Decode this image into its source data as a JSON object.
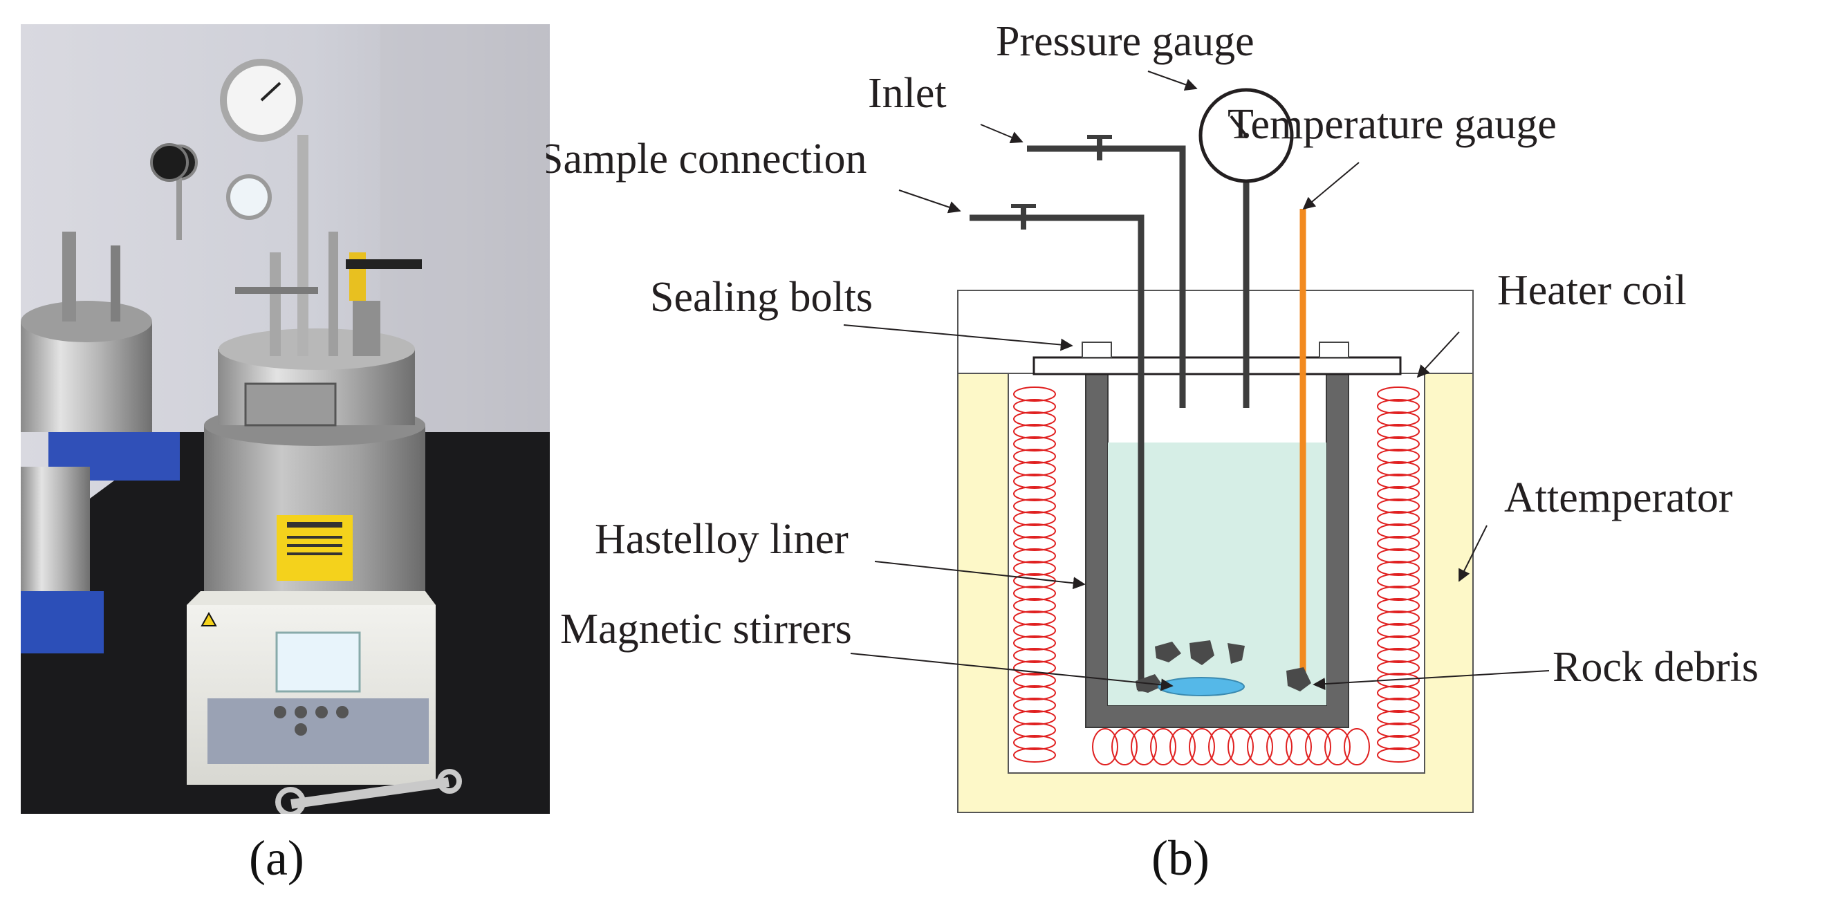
{
  "panels": {
    "a": {
      "caption": "(a)"
    },
    "b": {
      "caption": "(b)"
    }
  },
  "labels": {
    "pressure_gauge": "Pressure gauge",
    "inlet": "Inlet",
    "temperature_gauge": "Temperature gauge",
    "sample_connection": "Sample connection",
    "sealing_bolts": "Sealing bolts",
    "heater_coil": "Heater coil",
    "attemperator": "Attemperator",
    "hastelloy_liner": "Hastelloy liner",
    "magnetic_stirrers": "Magnetic stirrers",
    "rock_debris": "Rock debris"
  },
  "colors": {
    "attemperator_fill": "#fdf8c8",
    "liner_fill": "#666666",
    "liquid_fill": "#d6eee6",
    "heater_coil": "#e02020",
    "temperature_probe": "#f28a1f",
    "stirrer": "#55b8e8",
    "rock": "#4a4a4a"
  }
}
